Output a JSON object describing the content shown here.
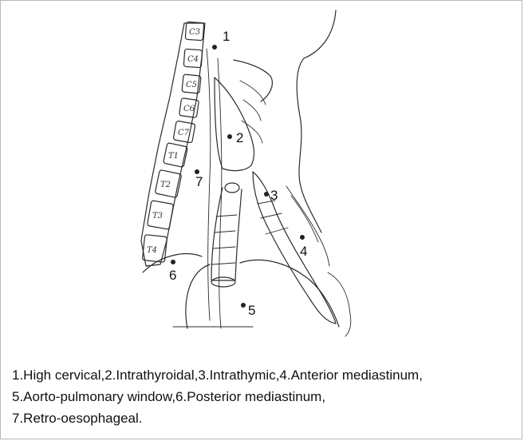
{
  "figure": {
    "vertebrae": [
      "C3",
      "C4",
      "C5",
      "C6",
      "C7",
      "T1",
      "T2",
      "T3",
      "T4"
    ],
    "site_markers": [
      "1",
      "2",
      "3",
      "4",
      "5",
      "6",
      "7"
    ],
    "caption_lines": [
      "1.High cervical,2.Intrathyroidal,3.Intrathymic,4.Anterior mediastinum,",
      "5.Aorto-pulmonary window,6.Posterior mediastinum,",
      "7.Retro-oesophageal."
    ]
  }
}
